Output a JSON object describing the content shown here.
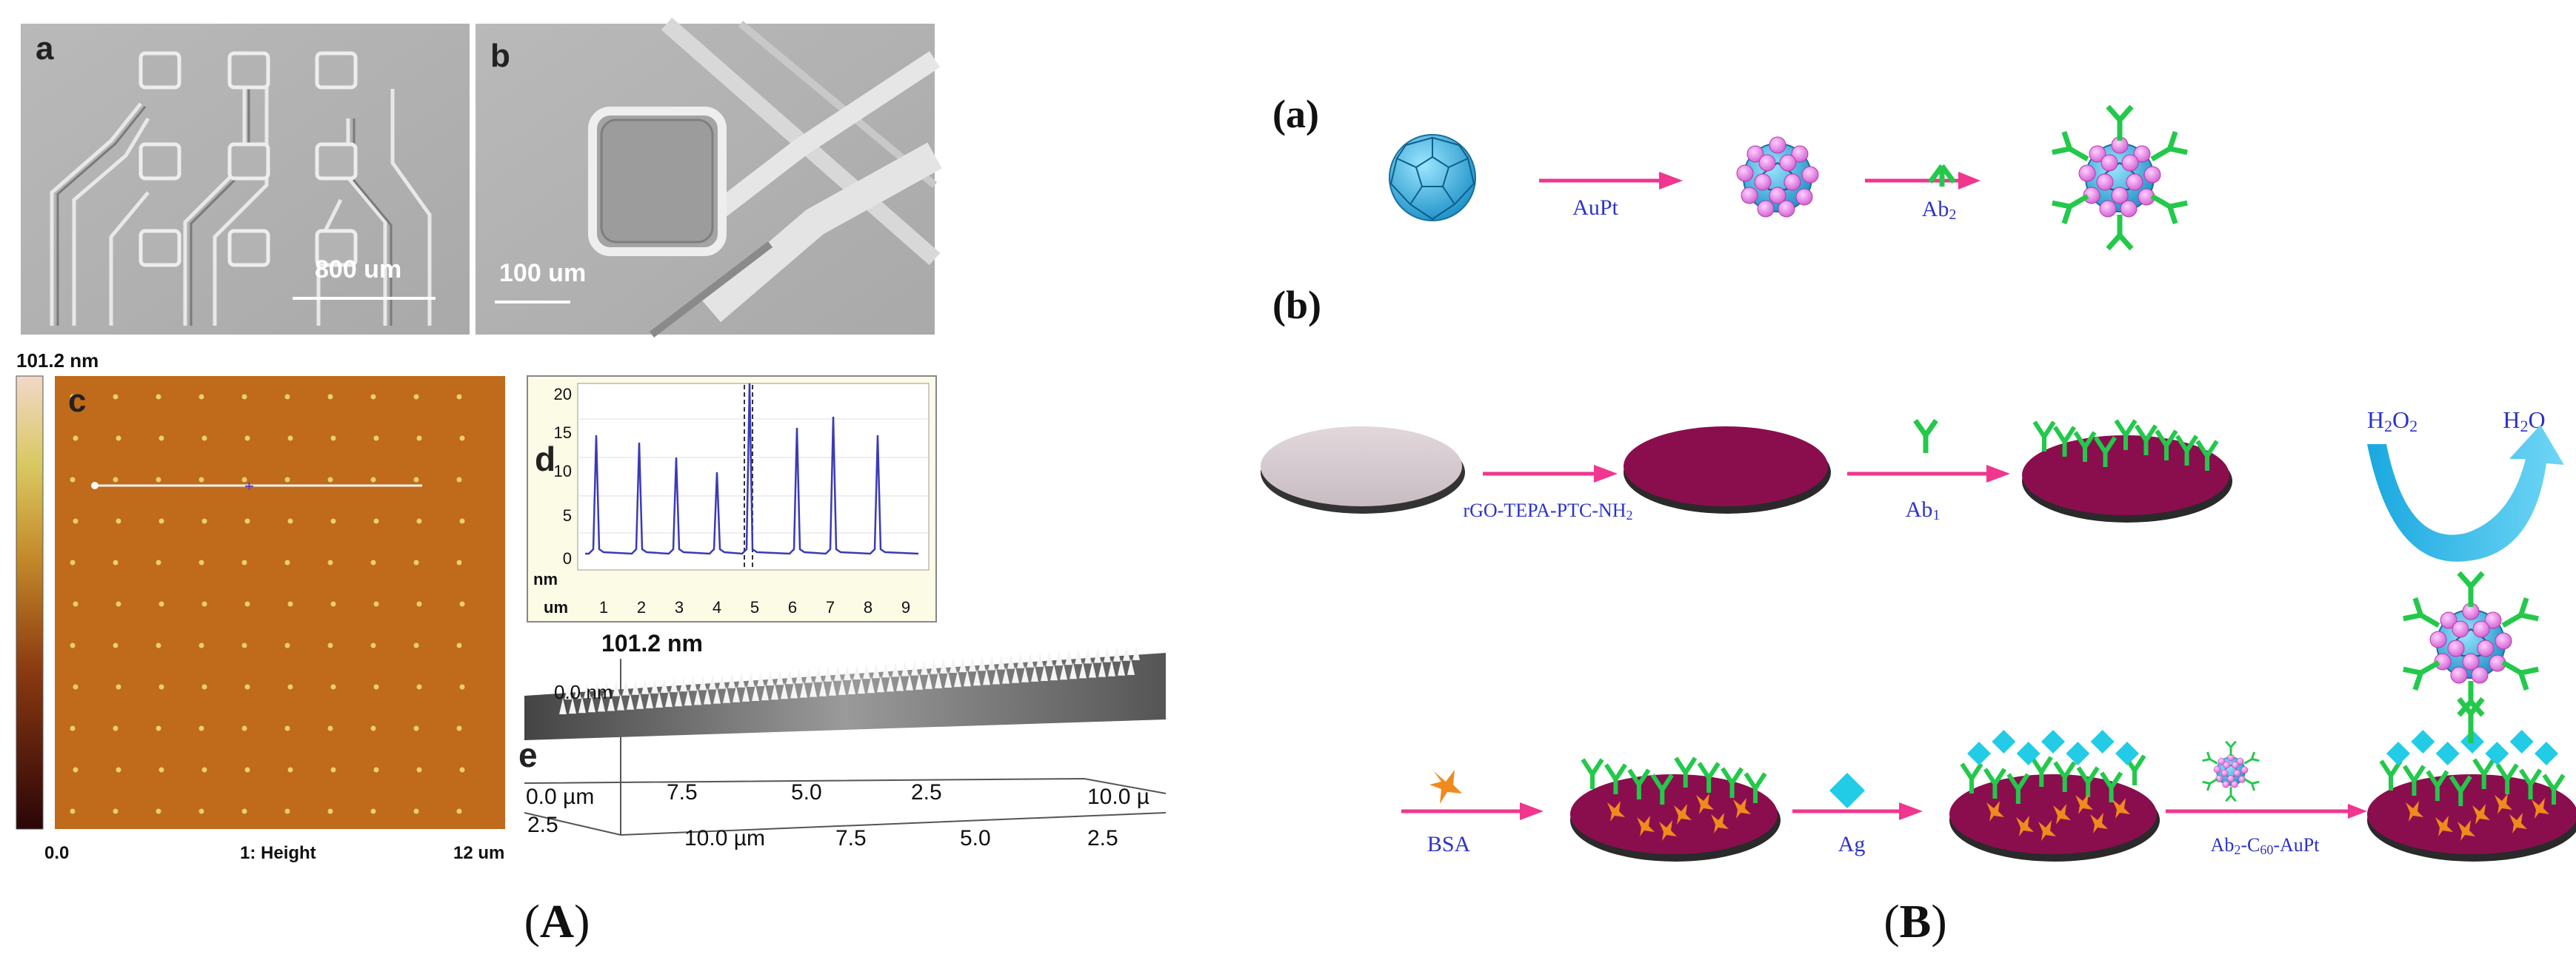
{
  "panel_A": {
    "caption_open": "(",
    "caption_letter": "A",
    "caption_close": ")",
    "sem_a": {
      "letter": "a",
      "scale_label": "800 um"
    },
    "sem_b": {
      "letter": "b",
      "scale_label": "100 um"
    },
    "afm_c": {
      "letter": "c",
      "colorbar_max": "101.2 nm",
      "x_start": "0.0",
      "x_end": "12 um",
      "channel_label": "1: Height"
    },
    "profile_d": {
      "letter": "d",
      "y_unit": "nm",
      "x_unit": "um",
      "y_ticks": [
        "20",
        "15",
        "10",
        "5",
        "0"
      ],
      "x_ticks": [
        "1",
        "2",
        "3",
        "4",
        "5",
        "6",
        "7",
        "8",
        "9"
      ]
    },
    "view3d_e": {
      "letter": "e",
      "z_max": "101.2 nm",
      "z_min": "0.0 nm",
      "axis1": [
        "0.0 µm",
        "7.5",
        "5.0",
        "2.5",
        "10.0 µ"
      ],
      "axis2": [
        "2.5",
        "10.0 µm",
        "7.5",
        "5.0",
        "2.5"
      ]
    }
  },
  "panel_B": {
    "caption_open": "(",
    "caption_letter": "B",
    "caption_close": ")",
    "step_a": {
      "label": "(a)",
      "arrow1": "AuPt",
      "arrow2_main": "Ab",
      "arrow2_sub": "2"
    },
    "step_b": {
      "label": "(b)",
      "arrow1": "rGO-TEPA-PTC-NH",
      "arrow1_sub": "2",
      "arrow2_main": "Ab",
      "arrow2_sub": "1",
      "reactant_main": "H",
      "reactant_sub": "2",
      "reactant_tail": "O",
      "reactant_sub2": "2",
      "product_main": "H",
      "product_sub": "2",
      "product_tail": "O",
      "arrow3": "BSA",
      "arrow4": "Ag",
      "arrow5_a": "Ab",
      "arrow5_sub1": "2",
      "arrow5_b": "-C",
      "arrow5_sub2": "60",
      "arrow5_c": "-AuPt"
    }
  },
  "colors": {
    "arrow": "#f0368e",
    "antibody": "#22c94a",
    "antigen": "#22cbe6",
    "electrode": "#8a0e4e",
    "bsa": "#f08a1c",
    "label_blue": "#2d33c9",
    "c60": "#2aa6d6",
    "aupt": "#e87ae0"
  }
}
